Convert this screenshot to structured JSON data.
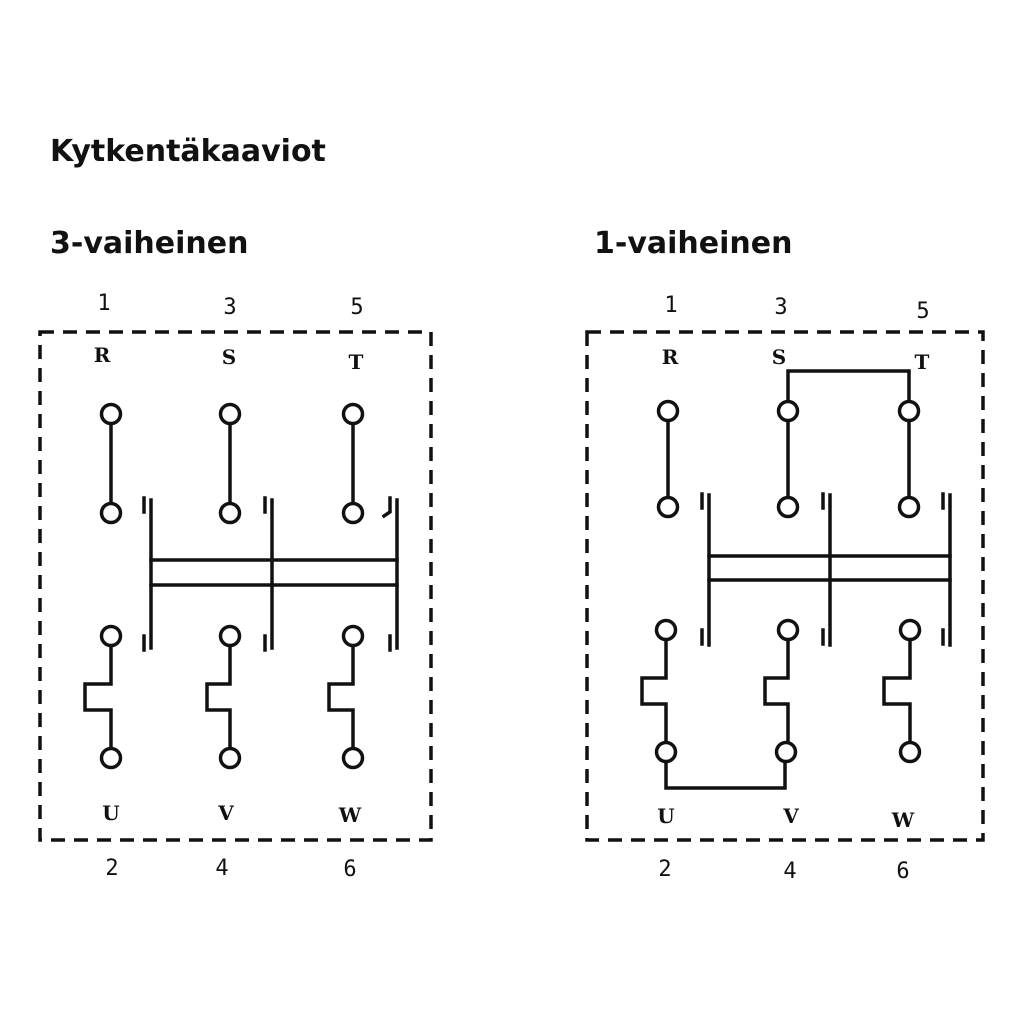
{
  "title": "Kytkentäkaaviot",
  "diagrams": [
    {
      "heading": "3-vaiheinen",
      "top_numbers": [
        "1",
        "3",
        "5"
      ],
      "top_labels": [
        "R",
        "S",
        "T"
      ],
      "bottom_labels": [
        "U",
        "V",
        "W"
      ],
      "bottom_numbers": [
        "2",
        "4",
        "6"
      ]
    },
    {
      "heading": "1-vaiheinen",
      "top_numbers": [
        "1",
        "3",
        "5"
      ],
      "top_labels": [
        "R",
        "S",
        "T"
      ],
      "bottom_labels": [
        "U",
        "V",
        "W"
      ],
      "bottom_numbers": [
        "2",
        "4",
        "6"
      ]
    }
  ]
}
